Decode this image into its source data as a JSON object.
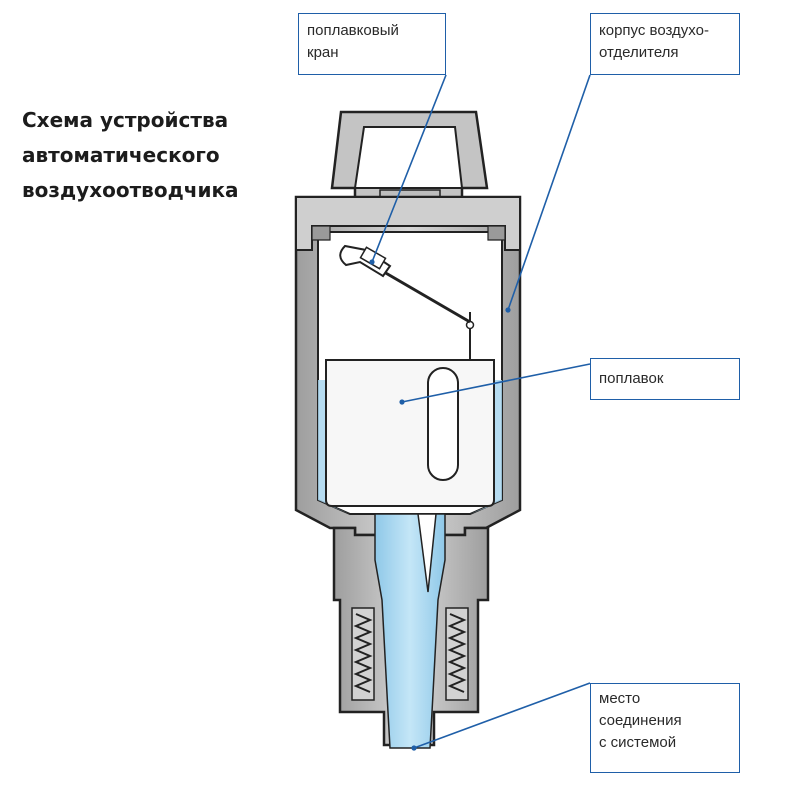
{
  "title": {
    "line1": "Схема устройства",
    "line2": "автоматического",
    "line3": "воздухоотводчика"
  },
  "callouts": {
    "float_valve": {
      "line1": "поплавковый",
      "line2": "кран"
    },
    "housing": {
      "line1": "корпус воздухо-",
      "line2": "отделителя"
    },
    "float": {
      "line1": "поплавок"
    },
    "connection": {
      "line1": "место",
      "line2": "соединения",
      "line3": "с системой"
    }
  },
  "colors": {
    "outline": "#222222",
    "shell": "#bdbdbd",
    "cap": "#c9c9c9",
    "water": "#a9d6ee",
    "leader": "#1f5fa8",
    "float_fill": "#f7f7f7"
  }
}
